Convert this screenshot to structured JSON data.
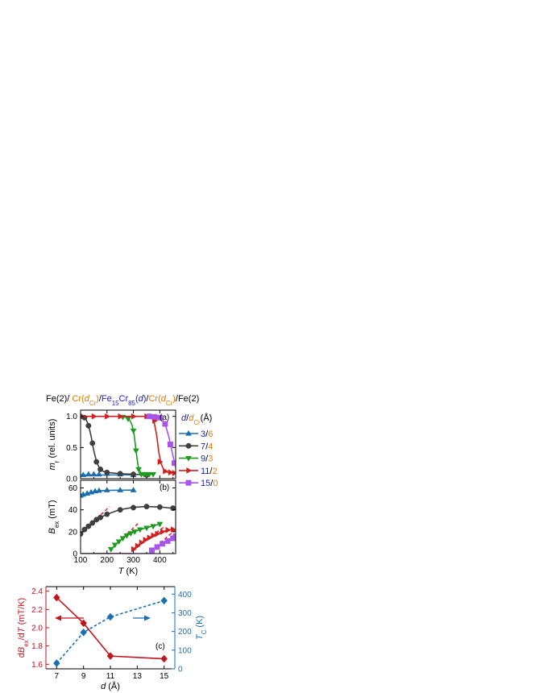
{
  "header": {
    "parts": [
      {
        "text": "Fe(2)/ ",
        "color": "#000000"
      },
      {
        "text": "Cr(",
        "color": "#e07b00"
      },
      {
        "text": "d",
        "color": "#e07b00",
        "italic": true
      },
      {
        "text": "Cr",
        "color": "#e07b00",
        "sub": true
      },
      {
        "text": ")",
        "color": "#e07b00"
      },
      {
        "text": "/",
        "color": "#000000"
      },
      {
        "text": "Fe",
        "color": "#1f1fb4"
      },
      {
        "text": "15",
        "color": "#1f1fb4",
        "sub": true
      },
      {
        "text": "Cr",
        "color": "#1f1fb4"
      },
      {
        "text": "85",
        "color": "#1f1fb4",
        "sub": true
      },
      {
        "text": "(",
        "color": "#1f1fb4"
      },
      {
        "text": "d",
        "color": "#1f1fb4",
        "italic": true
      },
      {
        "text": ")",
        "color": "#1f1fb4"
      },
      {
        "text": "/",
        "color": "#000000"
      },
      {
        "text": "Cr(",
        "color": "#e07b00"
      },
      {
        "text": "d",
        "color": "#e07b00",
        "italic": true
      },
      {
        "text": "Cr",
        "color": "#e07b00",
        "sub": true
      },
      {
        "text": ")",
        "color": "#e07b00"
      },
      {
        "text": "/Fe(2)",
        "color": "#000000"
      }
    ]
  },
  "legend": {
    "title_parts": [
      {
        "text": "d",
        "color": "#1f1fb4",
        "italic": true
      },
      {
        "text": "/",
        "color": "#000000"
      },
      {
        "text": "d",
        "color": "#e07b00",
        "italic": true
      },
      {
        "text": "Cr",
        "color": "#e07b00",
        "sub": true
      },
      {
        "text": "(Å)",
        "color": "#000000"
      }
    ],
    "placement": "right"
  },
  "chart_data": [
    {
      "id": "a",
      "type": "line",
      "panel_label": "(a)",
      "ylabel_parts": [
        {
          "text": "m",
          "italic": true
        },
        {
          "text": "r",
          "sub": true
        },
        {
          "text": " (rel. units)"
        }
      ],
      "xlim": [
        100,
        460
      ],
      "ylim": [
        0,
        1.1
      ],
      "xticks": [
        100,
        200,
        300,
        400
      ],
      "yticks": [
        0.0,
        0.5,
        1.0
      ],
      "ytick_labels": [
        "0.0",
        "0.5",
        "1.0"
      ],
      "series": [
        {
          "name": "3",
          "name2": "6",
          "color": "#1a6faf",
          "marker": "triangle-up",
          "points": [
            [
              110,
              0.06
            ],
            [
              130,
              0.07
            ],
            [
              150,
              0.07
            ],
            [
              170,
              0.07
            ],
            [
              200,
              0.08
            ],
            [
              250,
              0.07
            ],
            [
              300,
              0.06
            ]
          ],
          "fit": [
            [
              100,
              0.06
            ],
            [
              300,
              0.06
            ]
          ]
        },
        {
          "name": "7",
          "name2": "4",
          "color": "#3f3f3f",
          "marker": "circle",
          "points": [
            [
              100,
              1.0
            ],
            [
              115,
              0.98
            ],
            [
              130,
              0.85
            ],
            [
              145,
              0.57
            ],
            [
              160,
              0.27
            ],
            [
              175,
              0.15
            ],
            [
              200,
              0.1
            ],
            [
              250,
              0.08
            ],
            [
              300,
              0.07
            ],
            [
              350,
              0.06
            ]
          ],
          "fit": [
            [
              100,
              1.0
            ],
            [
              110,
              0.995
            ],
            [
              120,
              0.96
            ],
            [
              130,
              0.86
            ],
            [
              140,
              0.68
            ],
            [
              150,
              0.45
            ],
            [
              160,
              0.28
            ],
            [
              170,
              0.18
            ],
            [
              185,
              0.12
            ],
            [
              200,
              0.1
            ],
            [
              250,
              0.08
            ],
            [
              300,
              0.07
            ],
            [
              350,
              0.06
            ]
          ]
        },
        {
          "name": "9",
          "name2": "3",
          "color": "#1f9a1f",
          "marker": "triangle-down",
          "points": [
            [
              260,
              0.99
            ],
            [
              280,
              0.96
            ],
            [
              300,
              0.77
            ],
            [
              310,
              0.45
            ],
            [
              320,
              0.15
            ],
            [
              330,
              0.07
            ],
            [
              340,
              0.07
            ],
            [
              350,
              0.07
            ],
            [
              360,
              0.07
            ],
            [
              375,
              0.07
            ]
          ],
          "fit": [
            [
              250,
              1.0
            ],
            [
              270,
              0.99
            ],
            [
              285,
              0.95
            ],
            [
              295,
              0.86
            ],
            [
              303,
              0.7
            ],
            [
              310,
              0.45
            ],
            [
              318,
              0.2
            ],
            [
              328,
              0.09
            ],
            [
              340,
              0.07
            ],
            [
              375,
              0.07
            ]
          ]
        },
        {
          "name": "11",
          "name2": "2",
          "color": "#d11f1f",
          "marker": "triangle-right",
          "points": [
            [
              100,
              1.0
            ],
            [
              150,
              1.0
            ],
            [
              200,
              1.0
            ],
            [
              250,
              1.0
            ],
            [
              300,
              1.0
            ],
            [
              350,
              1.0
            ],
            [
              380,
              0.93
            ],
            [
              400,
              0.27
            ],
            [
              420,
              0.12
            ],
            [
              440,
              0.1
            ],
            [
              455,
              0.09
            ]
          ],
          "fit": [
            [
              100,
              1.0
            ],
            [
              350,
              1.0
            ],
            [
              365,
              0.99
            ],
            [
              378,
              0.92
            ],
            [
              388,
              0.7
            ],
            [
              396,
              0.43
            ],
            [
              404,
              0.25
            ],
            [
              415,
              0.14
            ],
            [
              430,
              0.1
            ],
            [
              455,
              0.09
            ]
          ]
        },
        {
          "name": "15",
          "name2": "0",
          "color": "#a855e8",
          "marker": "square",
          "points": [
            [
              360,
              1.0
            ],
            [
              380,
              0.99
            ],
            [
              400,
              0.98
            ],
            [
              420,
              0.88
            ],
            [
              440,
              0.55
            ],
            [
              455,
              0.25
            ]
          ],
          "fit": [
            [
              355,
              1.0
            ],
            [
              385,
              1.0
            ],
            [
              405,
              0.97
            ],
            [
              420,
              0.88
            ],
            [
              435,
              0.66
            ],
            [
              448,
              0.4
            ],
            [
              460,
              0.18
            ]
          ]
        }
      ]
    },
    {
      "id": "b",
      "type": "line",
      "panel_label": "(b)",
      "ylabel_parts": [
        {
          "text": "B",
          "italic": true
        },
        {
          "text": "ex",
          "sub": true
        },
        {
          "text": " (mT)"
        }
      ],
      "xlabel_parts": [
        {
          "text": "T",
          "italic": true
        },
        {
          "text": " (K)"
        }
      ],
      "xlim": [
        100,
        460
      ],
      "ylim": [
        0,
        67
      ],
      "xticks": [
        100,
        200,
        300,
        400
      ],
      "yticks": [
        0,
        20,
        40,
        60
      ],
      "ytick_labels": [
        "0",
        "20",
        "40",
        "60"
      ],
      "series": [
        {
          "name": "3/6",
          "color": "#1a6faf",
          "marker": "triangle-up",
          "points": [
            [
              100,
              53
            ],
            [
              110,
              54
            ],
            [
              125,
              55
            ],
            [
              140,
              56
            ],
            [
              155,
              57
            ],
            [
              170,
              57.5
            ],
            [
              200,
              58
            ],
            [
              250,
              58
            ],
            [
              300,
              58
            ]
          ],
          "fit": [
            [
              100,
              52.5
            ],
            [
              120,
              54.5
            ],
            [
              140,
              56
            ],
            [
              170,
              57.3
            ],
            [
              200,
              57.8
            ],
            [
              300,
              58
            ]
          ]
        },
        {
          "name": "7/4",
          "color": "#3f3f3f",
          "marker": "circle",
          "points": [
            [
              100,
              18
            ],
            [
              115,
              22
            ],
            [
              130,
              25
            ],
            [
              145,
              28
            ],
            [
              160,
              31
            ],
            [
              175,
              33
            ],
            [
              200,
              36
            ],
            [
              250,
              40
            ],
            [
              300,
              42
            ],
            [
              350,
              43
            ],
            [
              400,
              42.5
            ],
            [
              450,
              41.5
            ]
          ],
          "fit": [
            [
              100,
              18
            ],
            [
              130,
              25
            ],
            [
              160,
              31
            ],
            [
              200,
              36
            ],
            [
              250,
              40.2
            ],
            [
              300,
              42.3
            ],
            [
              350,
              43
            ],
            [
              400,
              42.6
            ],
            [
              460,
              41.2
            ]
          ],
          "dash": [
            [
              100,
              18
            ],
            [
              210,
              43
            ]
          ]
        },
        {
          "name": "9/3",
          "color": "#1f9a1f",
          "marker": "triangle-down",
          "points": [
            [
              215,
              4
            ],
            [
              230,
              8
            ],
            [
              245,
              11
            ],
            [
              260,
              14
            ],
            [
              275,
              16.5
            ],
            [
              290,
              18.5
            ],
            [
              305,
              20
            ],
            [
              325,
              22
            ],
            [
              350,
              23.5
            ],
            [
              375,
              25
            ],
            [
              400,
              27
            ]
          ],
          "fit": [
            [
              215,
              4
            ],
            [
              240,
              10
            ],
            [
              265,
              15
            ],
            [
              290,
              18.5
            ],
            [
              320,
              21.5
            ],
            [
              350,
              23.7
            ],
            [
              380,
              25.6
            ],
            [
              400,
              27
            ]
          ],
          "dash": [
            [
              215,
              4
            ],
            [
              320,
              28
            ]
          ]
        },
        {
          "name": "11/2",
          "color": "#d11f1f",
          "marker": "triangle-right",
          "points": [
            [
              300,
              4
            ],
            [
              315,
              7
            ],
            [
              330,
              10
            ],
            [
              345,
              12.5
            ],
            [
              360,
              14.5
            ],
            [
              375,
              16.5
            ],
            [
              390,
              18
            ],
            [
              410,
              20
            ],
            [
              430,
              21.5
            ],
            [
              450,
              22
            ]
          ],
          "fit": [
            [
              300,
              4
            ],
            [
              325,
              9
            ],
            [
              350,
              13.3
            ],
            [
              375,
              16.6
            ],
            [
              400,
              19.2
            ],
            [
              430,
              21.4
            ],
            [
              455,
              22.5
            ]
          ],
          "dash": [
            [
              300,
              4
            ],
            [
              420,
              25
            ]
          ]
        },
        {
          "name": "15/0",
          "color": "#a855e8",
          "marker": "square",
          "points": [
            [
              370,
              3
            ],
            [
              390,
              6
            ],
            [
              410,
              9
            ],
            [
              430,
              11.5
            ],
            [
              450,
              14
            ],
            [
              460,
              16
            ]
          ],
          "fit": [
            [
              365,
              2
            ],
            [
              390,
              6
            ],
            [
              415,
              9.7
            ],
            [
              440,
              13
            ],
            [
              460,
              16
            ]
          ],
          "dash": [
            [
              370,
              3
            ],
            [
              460,
              22
            ]
          ]
        }
      ],
      "zero_segments": [
        {
          "color": "#1f9a1f",
          "range": [
            100,
            215
          ]
        },
        {
          "color": "#d11f1f",
          "range": [
            160,
            300
          ]
        },
        {
          "color": "#a855e8",
          "range": [
            100,
            370
          ]
        }
      ]
    },
    {
      "id": "c",
      "type": "line",
      "panel_label": "(c)",
      "ylabel_left_parts": [
        {
          "text": "d"
        },
        {
          "text": "B",
          "italic": true
        },
        {
          "text": "ex",
          "sub": true
        },
        {
          "text": "/d"
        },
        {
          "text": "T",
          "italic": true
        },
        {
          "text": " (mT/K)"
        }
      ],
      "ylabel_right_parts": [
        {
          "text": "T",
          "italic": true
        },
        {
          "text": "C",
          "sub": true
        },
        {
          "text": " (K)"
        }
      ],
      "xlabel_parts": [
        {
          "text": "d",
          "italic": true
        },
        {
          "text": " (Å)"
        }
      ],
      "xlim": [
        6.2,
        15.8
      ],
      "ylim_left": [
        1.55,
        2.45
      ],
      "ylim_right": [
        0,
        440
      ],
      "xticks": [
        7,
        9,
        11,
        13,
        15
      ],
      "yticks_left": [
        1.6,
        1.8,
        2.0,
        2.2,
        2.4
      ],
      "ytick_labels_left": [
        "1.6",
        "1.8",
        "2.0",
        "2.2",
        "2.4"
      ],
      "yticks_right": [
        0,
        100,
        200,
        300,
        400
      ],
      "ytick_labels_right": [
        "0",
        "100",
        "200",
        "300",
        "400"
      ],
      "left_color": "#c0151c",
      "right_color": "#1a6faf",
      "series": [
        {
          "axis": "left",
          "color": "#c0151c",
          "marker": "diamond",
          "line": "solid",
          "x": [
            7,
            9,
            11,
            15
          ],
          "y": [
            2.33,
            2.05,
            1.69,
            1.66
          ]
        },
        {
          "axis": "right",
          "color": "#1a6faf",
          "marker": "diamond",
          "line": "dashed",
          "x": [
            7,
            9,
            11,
            15
          ],
          "y": [
            30,
            195,
            278,
            365
          ]
        }
      ]
    }
  ]
}
